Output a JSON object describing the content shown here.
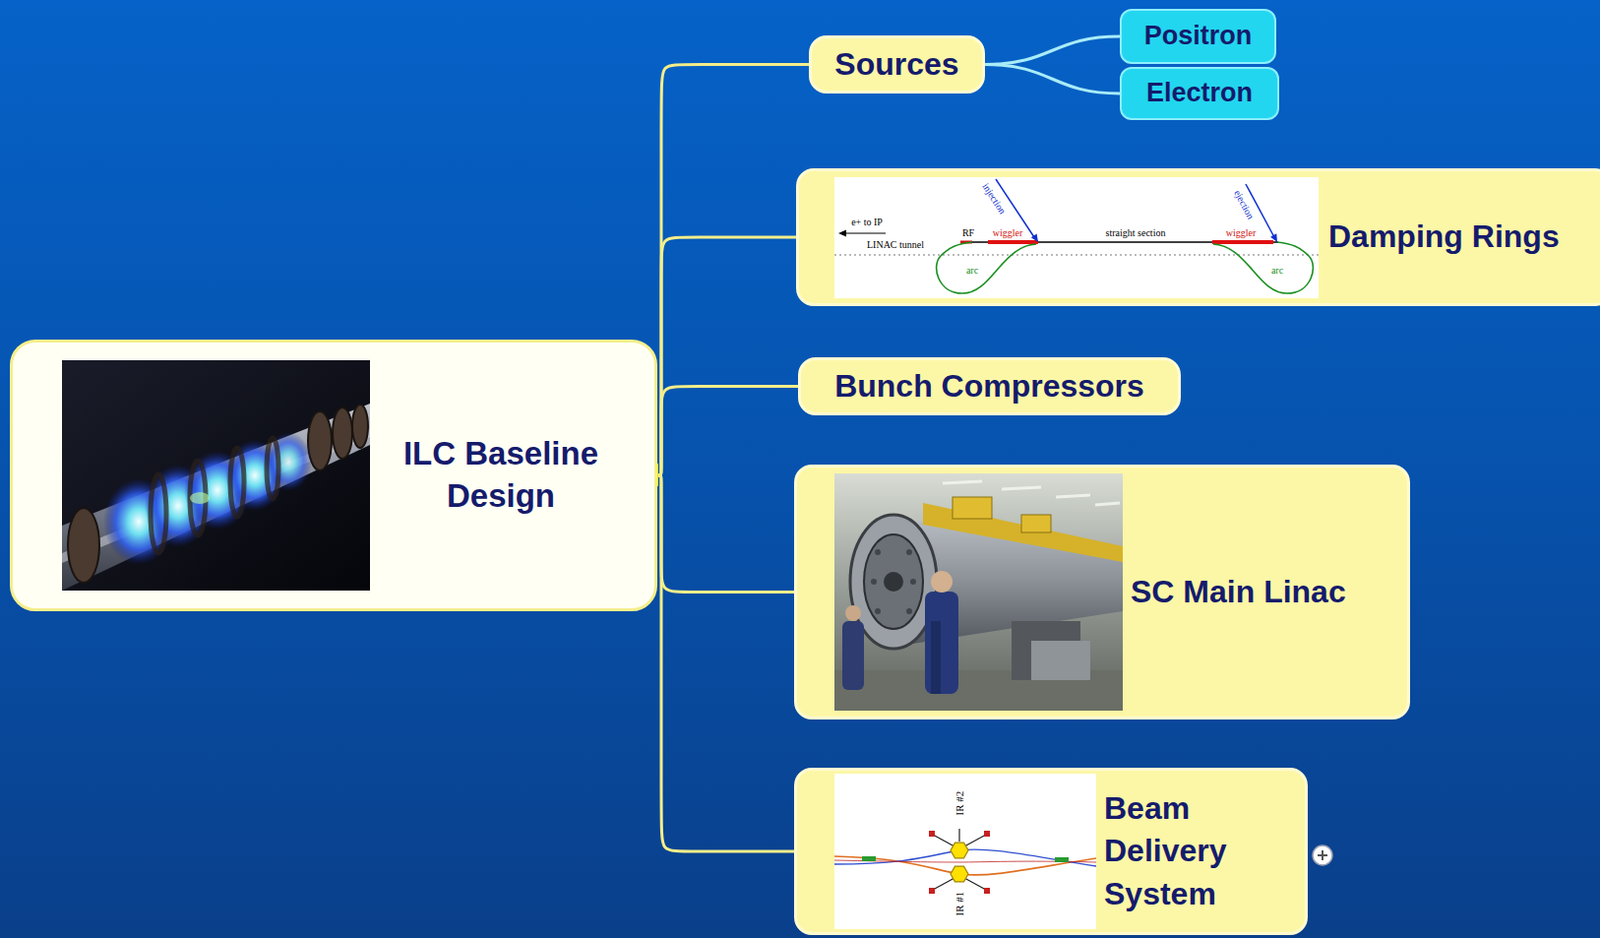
{
  "diagram": {
    "nodes": [
      {
        "text": [
          "ILC Baseline Design"
        ]
      },
      {
        "text": [
          "Sources"
        ]
      },
      {
        "text": [
          "Positron"
        ]
      },
      {
        "text": [
          "Electron"
        ]
      },
      {
        "text": [
          "Damping Rings"
        ]
      },
      {
        "text": [
          "Bunch Compressors"
        ]
      },
      {
        "text": [
          "SC Main Linac"
        ]
      },
      {
        "text": [
          "Beam Delivery System"
        ]
      }
    ],
    "edges": [
      {
        "from": 0,
        "to": 1,
        "arrow": "none"
      },
      {
        "from": 0,
        "to": 4,
        "arrow": "none"
      },
      {
        "from": 0,
        "to": 5,
        "arrow": "none"
      },
      {
        "from": 0,
        "to": 6,
        "arrow": "none"
      },
      {
        "from": 0,
        "to": 7,
        "arrow": "none"
      },
      {
        "from": 1,
        "to": 2,
        "arrow": "none"
      },
      {
        "from": 1,
        "to": 3,
        "arrow": "none"
      }
    ],
    "labels": [
      "e+ to IP",
      "LINAC tunnel",
      "injection",
      "RF",
      "wiggler",
      "straight section",
      "wiggler",
      "ejection",
      "arc",
      "arc",
      "IR #2",
      "IR #1"
    ]
  }
}
